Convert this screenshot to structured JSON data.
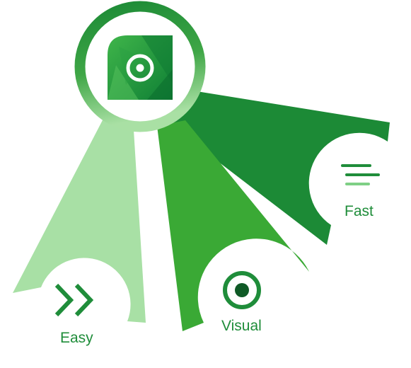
{
  "diagram": {
    "features": [
      {
        "key": "easy",
        "label": "Easy",
        "icon": "double-chevron-right-icon",
        "color": "#a8e0a5"
      },
      {
        "key": "visual",
        "label": "Visual",
        "icon": "eye-target-icon",
        "color": "#3aa935"
      },
      {
        "key": "fast",
        "label": "Fast",
        "icon": "speed-lines-icon",
        "color": "#1c8a36"
      }
    ],
    "center_logo": {
      "icon": "app-logo-eye-icon"
    },
    "colors": {
      "label_text": "#1f8d3a",
      "ring_dark": "#1c8a36",
      "ring_light": "#8fd68a",
      "logo_dark": "#148a3a",
      "logo_light": "#3fb54a",
      "icon_green": "#1f8d3a",
      "icon_dark": "#0f5a26"
    }
  }
}
